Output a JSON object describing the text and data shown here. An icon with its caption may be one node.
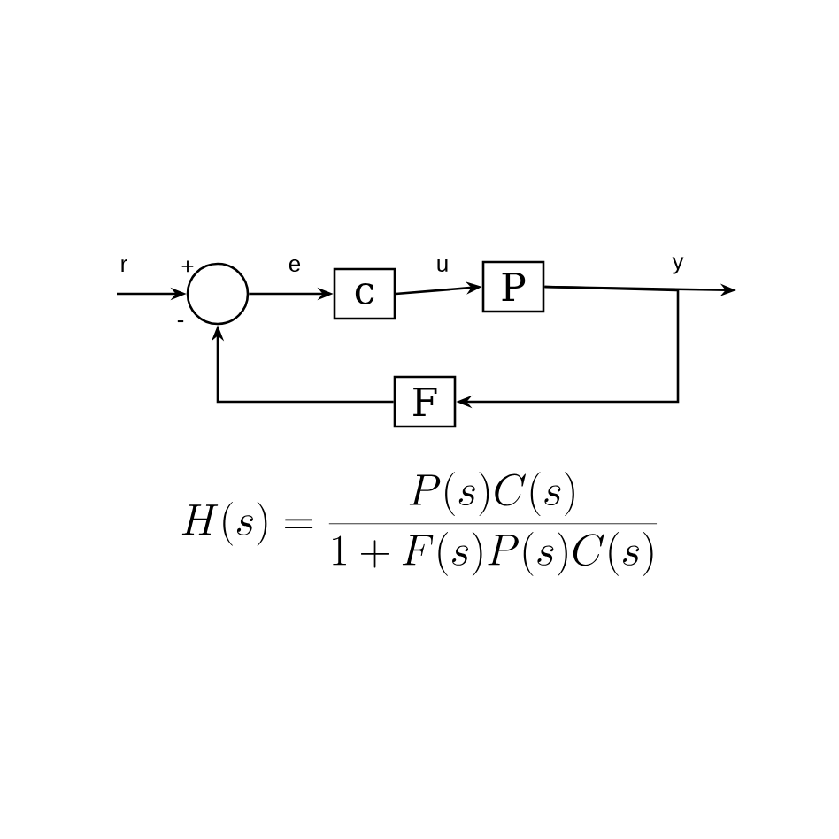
{
  "diagram": {
    "nodes": [
      {
        "text": [],
        "shape": "circle",
        "beside": [
          "+",
          "-"
        ]
      },
      {
        "text": [
          "c"
        ]
      },
      {
        "text": [
          "P"
        ]
      },
      {
        "text": [
          "F"
        ]
      }
    ],
    "edges": [
      {
        "from": null,
        "to": 0,
        "arrow": "to",
        "label": "r"
      },
      {
        "from": 0,
        "to": 1,
        "arrow": "to",
        "label": "e"
      },
      {
        "from": 1,
        "to": 2,
        "arrow": "to",
        "label": "u"
      },
      {
        "from": 2,
        "to": null,
        "arrow": "to",
        "label": "y"
      },
      {
        "from": 2,
        "to": 3,
        "arrow": "to"
      },
      {
        "from": 3,
        "to": 0,
        "arrow": "to"
      }
    ],
    "labels": [
      "H(s) = \\frac{P(s)C(s)}{1+F(s)P(s)C(s)}"
    ]
  }
}
